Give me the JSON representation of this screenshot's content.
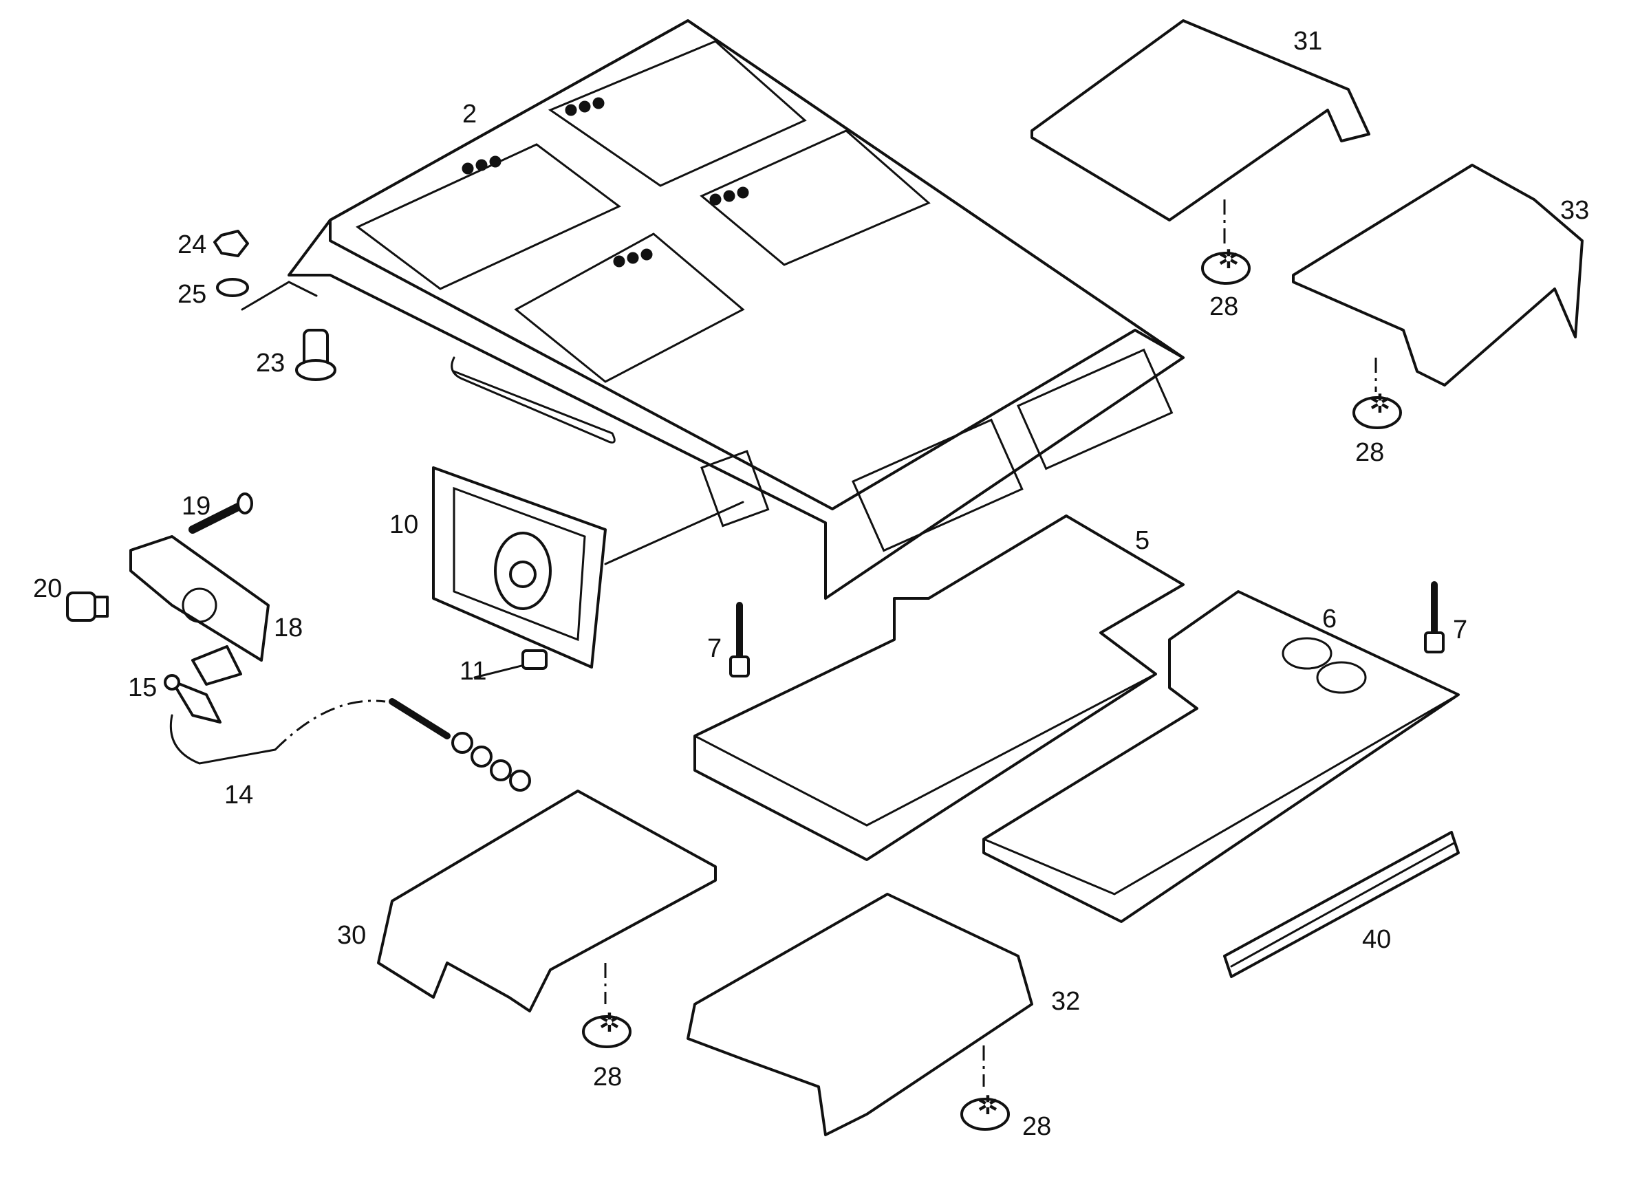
{
  "diagram": {
    "callouts": [
      {
        "id": "c2",
        "text": "2"
      },
      {
        "id": "c31",
        "text": "31"
      },
      {
        "id": "c33",
        "text": "33"
      },
      {
        "id": "c28a",
        "text": "28"
      },
      {
        "id": "c28b",
        "text": "28"
      },
      {
        "id": "c24",
        "text": "24"
      },
      {
        "id": "c25",
        "text": "25"
      },
      {
        "id": "c23",
        "text": "23"
      },
      {
        "id": "c19",
        "text": "19"
      },
      {
        "id": "c10",
        "text": "10"
      },
      {
        "id": "c5",
        "text": "5"
      },
      {
        "id": "c20",
        "text": "20"
      },
      {
        "id": "c18",
        "text": "18"
      },
      {
        "id": "c6",
        "text": "6"
      },
      {
        "id": "c7a",
        "text": "7"
      },
      {
        "id": "c7b",
        "text": "7"
      },
      {
        "id": "c11",
        "text": "11"
      },
      {
        "id": "c15",
        "text": "15"
      },
      {
        "id": "c14",
        "text": "14"
      },
      {
        "id": "c30",
        "text": "30"
      },
      {
        "id": "c40",
        "text": "40"
      },
      {
        "id": "c32",
        "text": "32"
      },
      {
        "id": "c28c",
        "text": "28"
      },
      {
        "id": "c28d",
        "text": "28"
      }
    ]
  }
}
